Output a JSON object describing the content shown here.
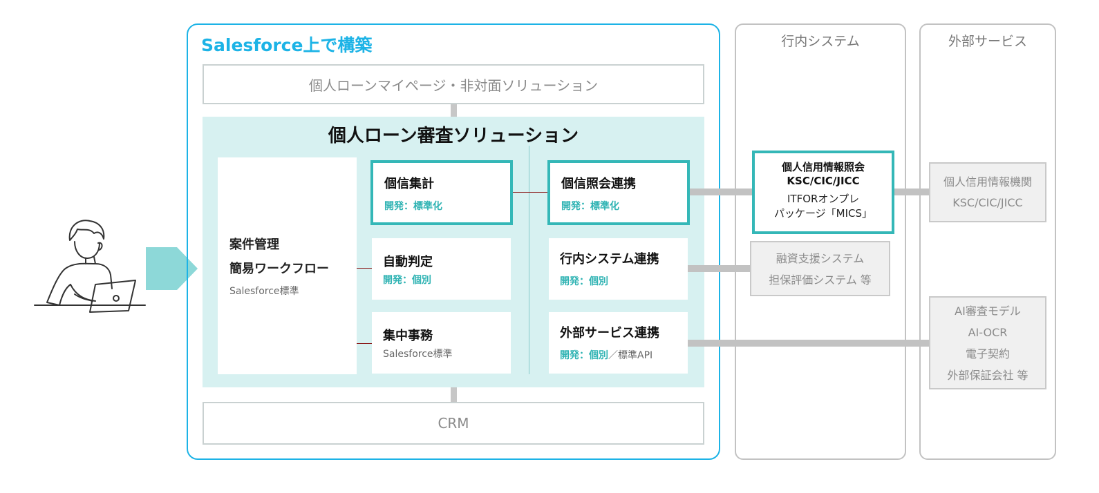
{
  "salesforce": {
    "title": "Salesforce上で構築",
    "mypage": "個人ローンマイページ・非対面ソリューション",
    "crm": "CRM"
  },
  "solution": {
    "title": "個人ローン審査ソリューション",
    "case": {
      "line1": "案件管理",
      "line2": "簡易ワークフロー",
      "sub": "Salesforce標準"
    },
    "modules": {
      "kojin_shukei": {
        "title": "個信集計",
        "dev": "開発：標準化"
      },
      "jido": {
        "title": "自動判定",
        "dev": "開発：個別"
      },
      "shuchu": {
        "title": "集中事務",
        "sub": "Salesforce標準"
      },
      "shokai": {
        "title": "個信照会連携",
        "dev": "開発：標準化"
      },
      "konai": {
        "title": "行内システム連携",
        "dev": "開発：個別"
      },
      "gaibu": {
        "title": "外部サービス連携",
        "dev": "開発：個別",
        "dev_extra": "／標準API"
      }
    }
  },
  "konai_system": {
    "title": "行内システム",
    "credit": {
      "line1": "個人信用情報照会",
      "line2": "KSC/CIC/JICC",
      "line3": "ITFORオンプレ",
      "line4": "パッケージ「MICS」"
    },
    "yushi": {
      "line1": "融資支援システム",
      "line2": "担保評価システム 等"
    }
  },
  "gaibu_service": {
    "title": "外部サービス",
    "kikan": {
      "line1": "個人信用情報機関",
      "line2": "KSC/CIC/JICC"
    },
    "others": [
      "AI審査モデル",
      "AI-OCR",
      "電子契約",
      "外部保証会社 等"
    ]
  },
  "colors": {
    "salesforce_blue": "#1cb3e6",
    "teal": "#34b7b7",
    "solution_bg": "#d7f1f1"
  },
  "icons": {
    "user": "person-with-laptop-icon",
    "arrow": "arrow-right-icon"
  }
}
